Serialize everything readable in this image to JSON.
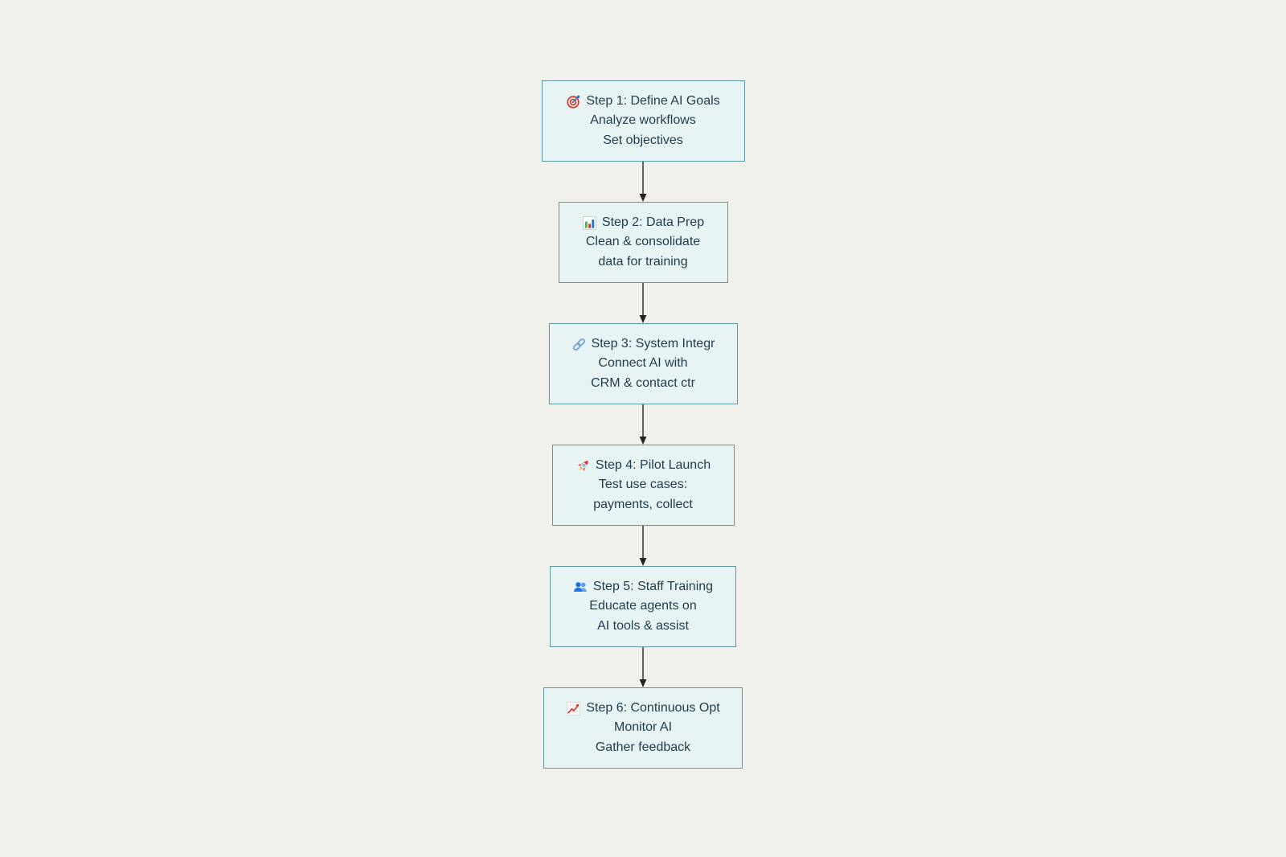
{
  "page": {
    "background_color": "#f1f1ec"
  },
  "flowchart": {
    "type": "flowchart",
    "direction": "top-down",
    "style": {
      "node_fill": "#e8f4f3",
      "node_border_color": "#5b98a4",
      "text_color": "#1f3b4d",
      "arrow_color": "#3b3b3b"
    },
    "nodes": [
      {
        "id": "step1",
        "icon": "target-icon",
        "title": "Step 1: Define AI Goals",
        "line2": "Analyze workflows",
        "line3": "Set objectives"
      },
      {
        "id": "step2",
        "icon": "bar-chart-icon",
        "title": "Step 2: Data Prep",
        "line2": "Clean & consolidate",
        "line3": "data for training"
      },
      {
        "id": "step3",
        "icon": "link-icon",
        "title": "Step 3: System Integr",
        "line2": "Connect AI with",
        "line3": "CRM & contact ctr"
      },
      {
        "id": "step4",
        "icon": "rocket-icon",
        "title": "Step 4: Pilot Launch",
        "line2": "Test use cases:",
        "line3": "payments, collect"
      },
      {
        "id": "step5",
        "icon": "people-icon",
        "title": "Step 5: Staff Training",
        "line2": "Educate agents on",
        "line3": "AI tools & assist"
      },
      {
        "id": "step6",
        "icon": "chart-increasing-icon",
        "title": "Step 6: Continuous Opt",
        "line2": "Monitor AI",
        "line3": "Gather feedback"
      }
    ],
    "edges": [
      {
        "from": "step1",
        "to": "step2"
      },
      {
        "from": "step2",
        "to": "step3"
      },
      {
        "from": "step3",
        "to": "step4"
      },
      {
        "from": "step4",
        "to": "step5"
      },
      {
        "from": "step5",
        "to": "step6"
      }
    ]
  }
}
